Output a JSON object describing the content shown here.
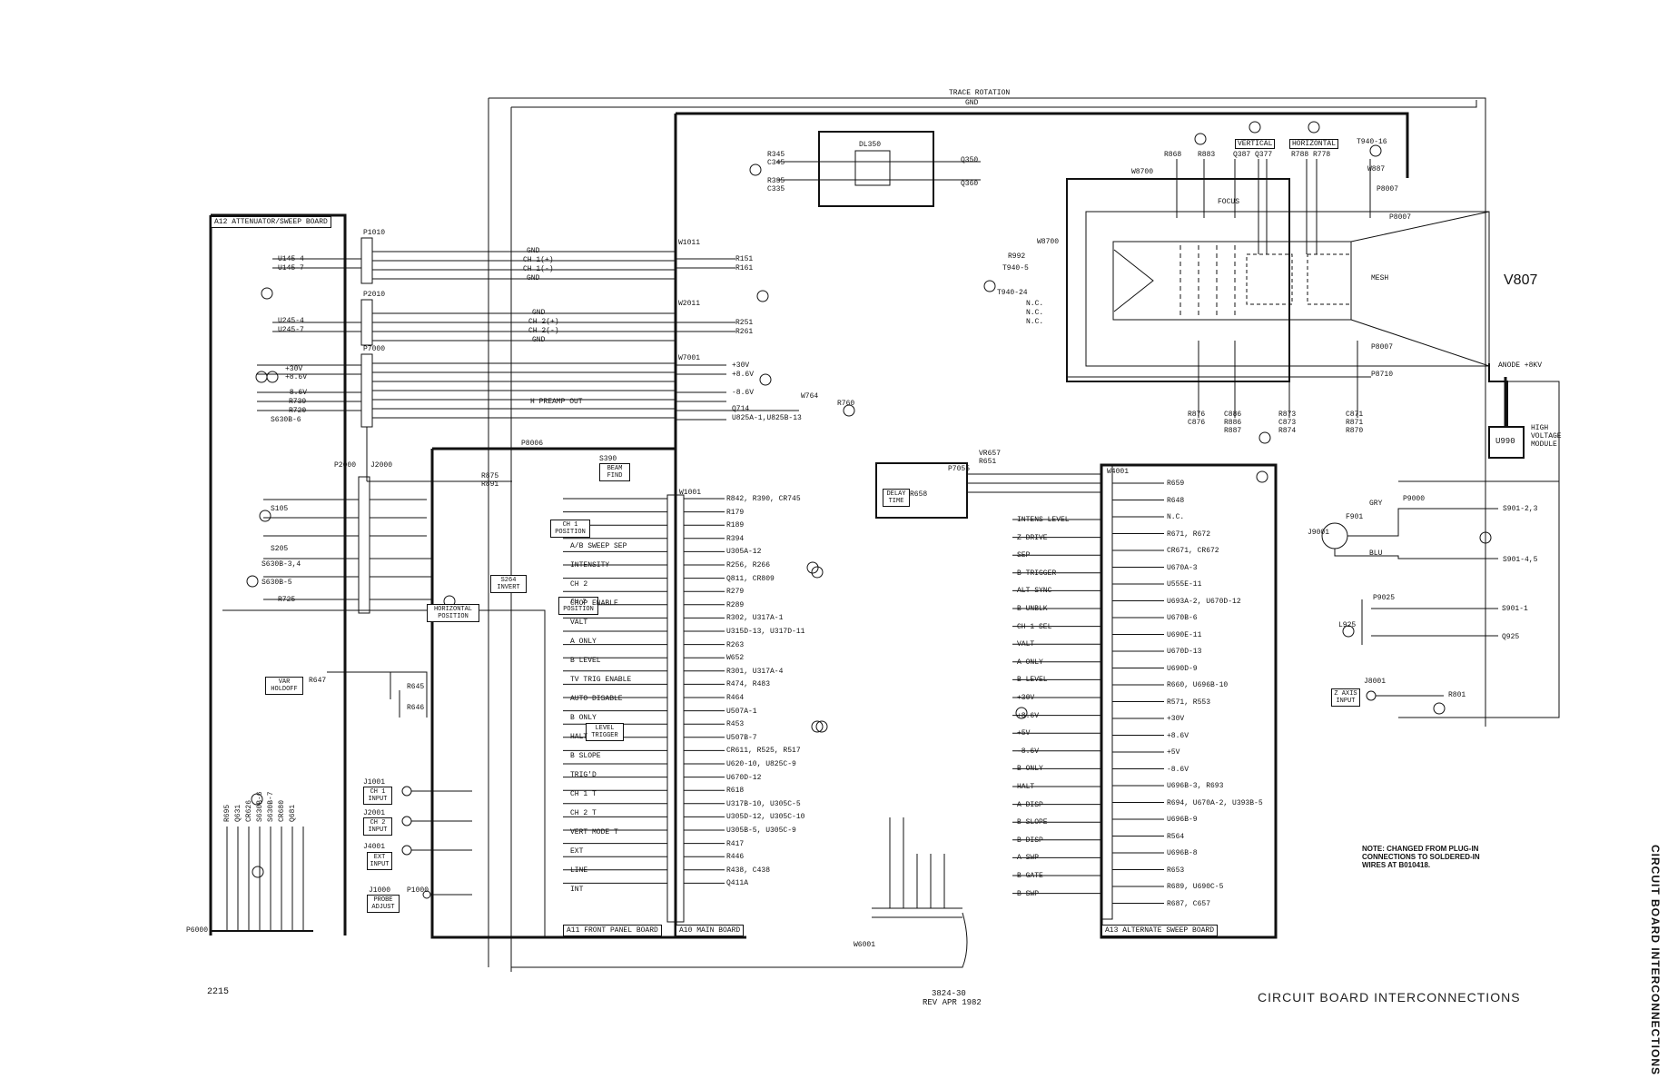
{
  "page": {
    "title": "CIRCUIT BOARD INTERCONNECTIONS",
    "side_title": "CIRCUIT BOARD INTERCONNECTIONS",
    "page_number": "2215",
    "drawing_number": "3824-30",
    "revision": "REV APR 1982",
    "note": "NOTE: CHANGED FROM PLUG-IN CONNECTIONS TO SOLDERED-IN WIRES AT B010418."
  },
  "boards": {
    "a12": "A12 ATTENUATOR/SWEEP BOARD",
    "a11": "A11 FRONT PANEL BOARD",
    "a10": "A10 MAIN BOARD",
    "a13": "A13 ALTERNATE SWEEP BOARD"
  },
  "top": {
    "trace_rotation": "TRACE ROTATION",
    "gnd": "GND",
    "delay_line": "DL350",
    "q350": "Q350",
    "q360": "Q360",
    "r345": "R345 C345",
    "r335": "R335 C335"
  },
  "crt": {
    "v807": "V807",
    "mesh": "MESH",
    "focus": "FOCUS",
    "vertical": "VERTICAL",
    "horizontal": "HORIZONTAL",
    "anode": "ANODE +8KV",
    "hv_module": "HIGH VOLTAGE MODULE",
    "u990": "U990",
    "r868": "R868",
    "r883": "R883",
    "q387": "Q387 Q377",
    "r788": "R788 R778",
    "t940_16": "T940-16",
    "w887": "W887",
    "p8007": "P8007",
    "p8710": "P8710",
    "w8700": "W8700",
    "r992": "R992",
    "t940_5": "T940-5",
    "t940_24": "T940-24",
    "nc": "N.C.",
    "bottom_refs": [
      "R876 C876",
      "C886 R886 R887",
      "R873 C873 R874",
      "C871 R871 R870"
    ]
  },
  "a12": {
    "p1010": "P1010",
    "p2010": "P2010",
    "p7000": "P7000",
    "p2000": "P2000",
    "j2000": "J2000",
    "p6000": "P6000",
    "ch1_refs": [
      "U145-4",
      "U145-7"
    ],
    "ch2_refs": [
      "U245-4",
      "U245-7"
    ],
    "p7000_refs": [
      "+30V",
      "+8.6V",
      "-8.6V",
      "R739",
      "R720",
      "S630B-6"
    ],
    "switch_refs": [
      "S105",
      "S205",
      "S630B-3,4",
      "S630B-5",
      "R725"
    ],
    "var_holdoff": "VAR HOLDOFF",
    "r647": "R647",
    "r645": "R645",
    "r646": "R646",
    "bottom_wires": [
      "R695",
      "Q631",
      "CR626",
      "S630B-6",
      "S630B-7",
      "CR680",
      "Q681"
    ]
  },
  "a11": {
    "p8006": "P8006",
    "r875": "R875 R891",
    "s390": "S390",
    "beam_find": "BEAM FIND",
    "ch1_position": "CH 1 POSITION",
    "ch2_position": "CH 2 POSITION",
    "horizontal_position": "HORIZONTAL POSITION",
    "invert": "S264 INVERT",
    "level_trigger": "LEVEL TRIGGER",
    "inputs": [
      "CH 1 INPUT",
      "CH 2 INPUT",
      "EXT INPUT",
      "PROBE ADJUST"
    ],
    "jacks": [
      "J1001",
      "J2001",
      "J4001",
      "J1000",
      "P1000"
    ],
    "signals": [
      "A/B SWEEP SEP",
      "INTENSITY",
      "CH 2",
      "CHOP ENABLE",
      "VALT",
      "A ONLY",
      "B LEVEL",
      "TV TRIG ENABLE",
      "AUTO DISABLE",
      "B ONLY",
      "HALT",
      "B SLOPE",
      "TRIG'D",
      "CH 1 T",
      "CH 2 T",
      "VERT MODE T",
      "EXT",
      "LINE",
      "INT"
    ]
  },
  "a10": {
    "w1011": "W1011",
    "w2011": "W2011",
    "w7001": "W7001",
    "w1001": "W1001",
    "gnd_lines": [
      "GND",
      "CH 1(+)",
      "CH 1(-)",
      "GND"
    ],
    "ch2_lines": [
      "GND",
      "CH 2(+)",
      "CH 2(-)",
      "GND"
    ],
    "h_preamp": "H PREAMP OUT",
    "outputs_top": [
      "R151",
      "R161",
      "R251",
      "R261",
      "+30V",
      "+8.6V",
      "-8.6V",
      "Q714",
      "U825A-1,U825B-13",
      "W764",
      "R760"
    ],
    "outputs_main": [
      "R842, R390, CR745",
      "R179",
      "R189",
      "R394",
      "U305A-12",
      "R256, R266",
      "Q811, CR809",
      "R279",
      "R289",
      "R302, U317A-1",
      "U315D-13, U317D-11",
      "R263",
      "W652",
      "R301, U317A-4",
      "R474, R483",
      "R464",
      "U507A-1",
      "R453",
      "U507B-7",
      "CR611, R525, R517",
      "U620-10, U825C-9",
      "U670D-12",
      "R618",
      "U317B-10, U305C-5",
      "U305D-12, U305C-10",
      "U305B-5, U305C-9",
      "R417",
      "R446",
      "R438, C438",
      "Q411A"
    ]
  },
  "a13": {
    "w4001": "W4001",
    "w6001": "W6001",
    "p7055": "P7055",
    "vr657": "VR657 R651",
    "delay_time": "DELAY TIME",
    "r658": "R658",
    "signals": [
      "INTENS LEVEL",
      "Z DRIVE",
      "SEP",
      "B TRIGGER",
      "ALT SYNC",
      "B UNBLK",
      "CH 1 SEL",
      "VALT",
      "A ONLY",
      "B LEVEL",
      "+30V",
      "+8.6V",
      "+5V",
      "-8.6V",
      "B ONLY",
      "HALT",
      "A DISP",
      "B SLOPE",
      "B DISP",
      "A SWP",
      "B GATE",
      "B SWP"
    ],
    "outputs": [
      "R659",
      "R648",
      "N.C.",
      "R671, R672",
      "CR671, CR672",
      "U670A-3",
      "U555E-11",
      "U693A-2, U670D-12",
      "U670B-6",
      "U690E-11",
      "U670D-13",
      "U690D-9",
      "R660, U696B-10",
      "R571, R553",
      "+30V",
      "+8.6V",
      "+5V",
      "-8.6V",
      "U696B-3, R693",
      "R694, U670A-2, U393B-5",
      "U696B-9",
      "R564",
      "U696B-8",
      "R653",
      "R689, U690C-5",
      "R687, C657"
    ]
  },
  "power": {
    "p9000": "P9000",
    "j9001": "J9001",
    "f901": "F901",
    "gry": "GRY",
    "blu": "BLU",
    "s901_23": "S901-2,3",
    "s901_45": "S901-4,5",
    "p9025": "P9025",
    "l925": "L925",
    "s901_1": "S901-1",
    "q925": "Q925",
    "j8001": "J8001",
    "z_axis": "Z AXIS INPUT",
    "r801": "R801"
  },
  "icon": "circled-number-callout"
}
